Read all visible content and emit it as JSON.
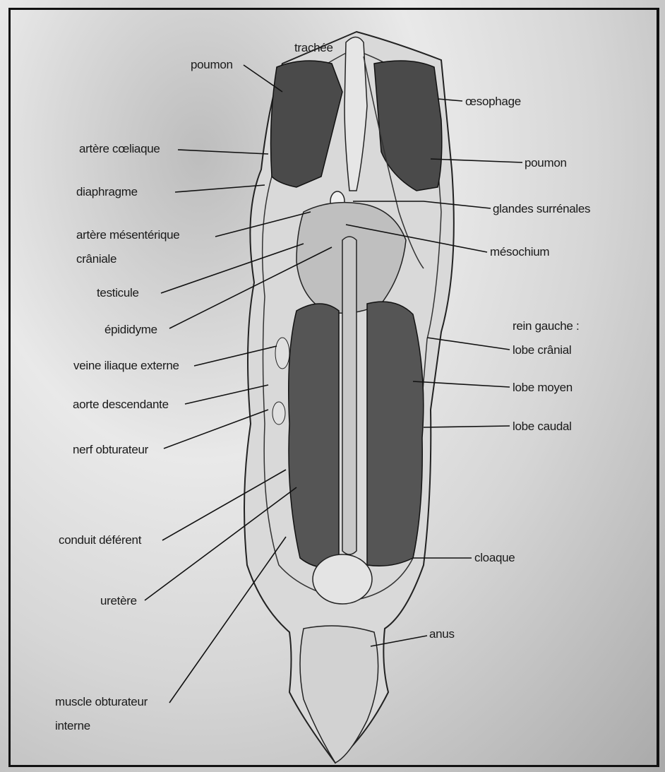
{
  "labels": {
    "trachee": "trachée",
    "poumon_left": "poumon",
    "oesophage": "œsophage",
    "artere_coeliaque": "artère cœliaque",
    "poumon_right": "poumon",
    "diaphragme": "diaphragme",
    "glandes_surrenales": "glandes surrénales",
    "artere_mesenterique_line1": "artère mésentérique",
    "artere_mesenterique_line2": "crâniale",
    "mesorchium": "mésochium",
    "testicule": "testicule",
    "epididyme": "épididyme",
    "rein_gauche": "rein gauche :",
    "lobe_cranial": "lobe crânial",
    "veine_iliaque": "veine iliaque externe",
    "lobe_moyen": "lobe moyen",
    "aorte_descendante": "aorte descendante",
    "lobe_caudal": "lobe caudal",
    "nerf_obturateur": "nerf obturateur",
    "conduit_deferent": "conduit déférent",
    "cloaque": "cloaque",
    "uretere": "uretère",
    "anus": "anus",
    "muscle_line1": "muscle obturateur",
    "muscle_line2": "interne"
  }
}
